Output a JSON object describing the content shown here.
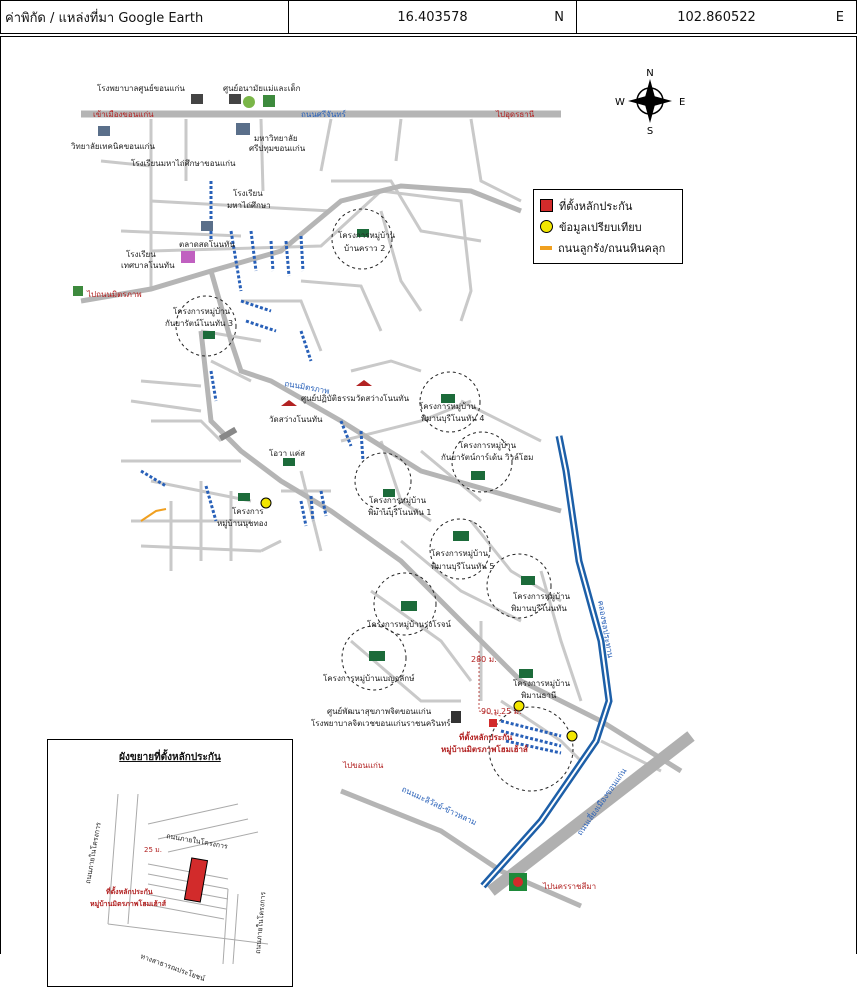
{
  "header": {
    "coord_label": "ค่าพิกัด / แหล่งที่มา Google Earth",
    "latitude": "16.403578",
    "lat_dir": "N",
    "longitude": "102.860522",
    "lon_dir": "E"
  },
  "compass": {
    "n": "N",
    "s": "S",
    "e": "E",
    "w": "W"
  },
  "legend": {
    "subject": "ที่ตั้งหลักประกัน",
    "comparable": "ข้อมูลเปรียบเทียบ",
    "road": "ถนนลูกรัง/ถนนหินคลุก",
    "colors": {
      "subject": "#d22b2b",
      "comparable": "#f2e600",
      "road": "#f0a020"
    }
  },
  "labels": {
    "hospital_top": "โรงพยาบาลศูนย์ขอนแก่น",
    "center_top": "ศูนย์อนามัยแม่และเด็ก",
    "to_khonkaen": "เข้าเมืองขอนแก่น",
    "road_srichan": "ถนนศรีจันทร์",
    "to_udon": "ไปอุดรธานี",
    "tech_college": "วิทยาลัยเทคนิคขอนแก่น",
    "university": "มหาวิทยาลัย",
    "university2": "ศรีปทุมขอนแก่น",
    "school_deaf": "โรงเรียนมหาไถ่ศึกษาขอนแก่น",
    "school1": "โรงเรียน",
    "school1b": "มหาไถ่ศึกษา",
    "school2": "โรงเรียน",
    "school2b": "เทศบาลโนนทัน",
    "market": "ตลาดสดโนนทัน",
    "road_nonthan": "ถนนมิตรภาพ",
    "proj_baankrao": "โครงการหมู่บ้าน",
    "proj_baankrao2": "บ้านคราว 2",
    "proj_kanyarat": "โครงการหมู่บ้าน",
    "proj_kanyarat2": "กันยารัตน์โนนทัน 3",
    "to_road": "ไปถนนมิตรภาพ",
    "road_main": "ถนนมิตรภาพ",
    "temple1": "ศูนย์ปฏิบัติธรรมวัดสว่างโนนทัน",
    "temple2": "วัดสว่างโนนทัน",
    "proj_pimanburi4": "โครงการหมู่บ้าน",
    "proj_pimanburi4b": "พิมานบุรีโนนทัน 4",
    "proj_kanya": "โครงการหมู่บ้าน",
    "proj_kanyab": "กันยารัตน์การ์เด้น วิวล์โฮม",
    "tesco": "โอวา แค่ส",
    "proj_pimanburi1": "โครงการหมู่บ้าน",
    "proj_pimanburi1b": "พิมานบุรีโนนทัน 1",
    "proj_nuchtong": "โครงการ",
    "proj_nuchtongb": "หมู่บ้านนุชทอง",
    "proj_pimanburi5": "โครงการหมู่บ้าน",
    "proj_pimanburi5b": "พิมานบุรีโนนทัน 5",
    "proj_pimanburi_nt": "โครงการหมู่บ้าน",
    "proj_pimanburi_ntb": "พิมานบุรีโนนทัน",
    "proj_rungrot": "โครงการหมู่บ้านรุ่งโรจน์",
    "proj_benja": "โครงการหมู่บ้านเบญจลักษ์",
    "proj_pimanthani": "โครงการหมู่บ้าน",
    "proj_pimanthanib": "พิมานธานี",
    "dist_280": "280 ม.",
    "dist_90": "90 ม.",
    "dist_25": "25 ม.",
    "mental_center1": "ศูนย์พัฒนาสุขภาพจิตขอนแก่น",
    "mental_center2": "โรงพยาบาลจิตเวชขอนแก่นราชนครินทร์",
    "subject1": "ที่ตั้งหลักประกัน",
    "subject2": "หมู่บ้านมิตรภาพโฮมเฮ้าส์",
    "to_mittraphap": "ไปขอนแก่น",
    "canal": "คลองชลประทาน",
    "road_bypass": "ถนนเลี่ยงเมืองขอนแก่น",
    "to_bangkok": "ไปนครราชสีมา",
    "road_diag": "ถนนมะลิวัลย์-ข้าวหลาม"
  },
  "inset": {
    "title": "ผังขยายที่ตั้งหลักประกัน",
    "road1": "ถนนภายในโครงการ",
    "road2": "ถนนภายในโครงการ",
    "road3": "ถนนภายในโครงการ",
    "dist": "25 ม.",
    "subject1": "ที่ตั้งหลักประกัน",
    "subject2": "หมู่บ้านมิตรภาพโฮมเฮ้าส์",
    "public": "ทางสาธารณประโยชน์"
  }
}
